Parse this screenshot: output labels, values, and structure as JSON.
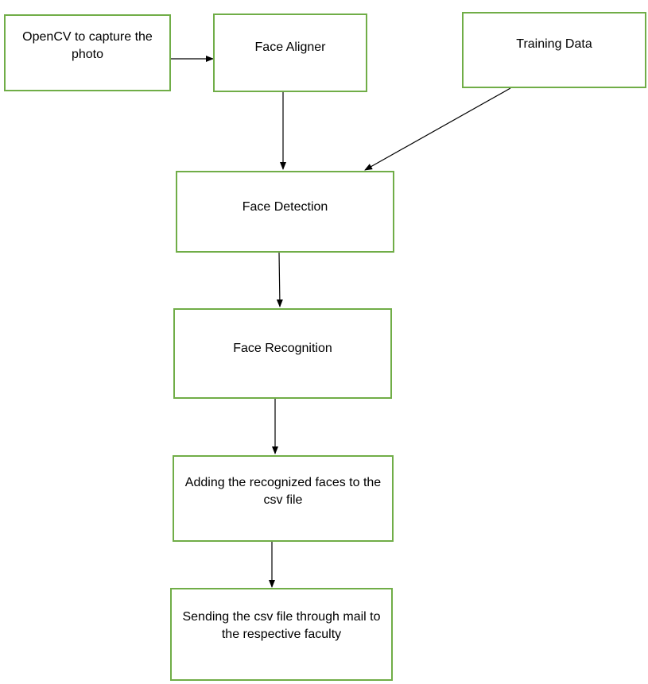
{
  "colors": {
    "box_border": "#70ad47",
    "arrow": "#000000"
  },
  "diagram": {
    "nodes": {
      "capture": "OpenCV to capture the photo",
      "aligner": "Face Aligner",
      "training": "Training Data",
      "detection": "Face Detection",
      "recognition": "Face Recognition",
      "csv": "Adding the recognized faces to the csv file",
      "mail": "Sending the csv file through mail to the respective faculty"
    },
    "edges": [
      {
        "from": "capture",
        "to": "aligner"
      },
      {
        "from": "aligner",
        "to": "detection"
      },
      {
        "from": "training",
        "to": "detection"
      },
      {
        "from": "detection",
        "to": "recognition"
      },
      {
        "from": "recognition",
        "to": "csv"
      },
      {
        "from": "csv",
        "to": "mail"
      }
    ]
  }
}
